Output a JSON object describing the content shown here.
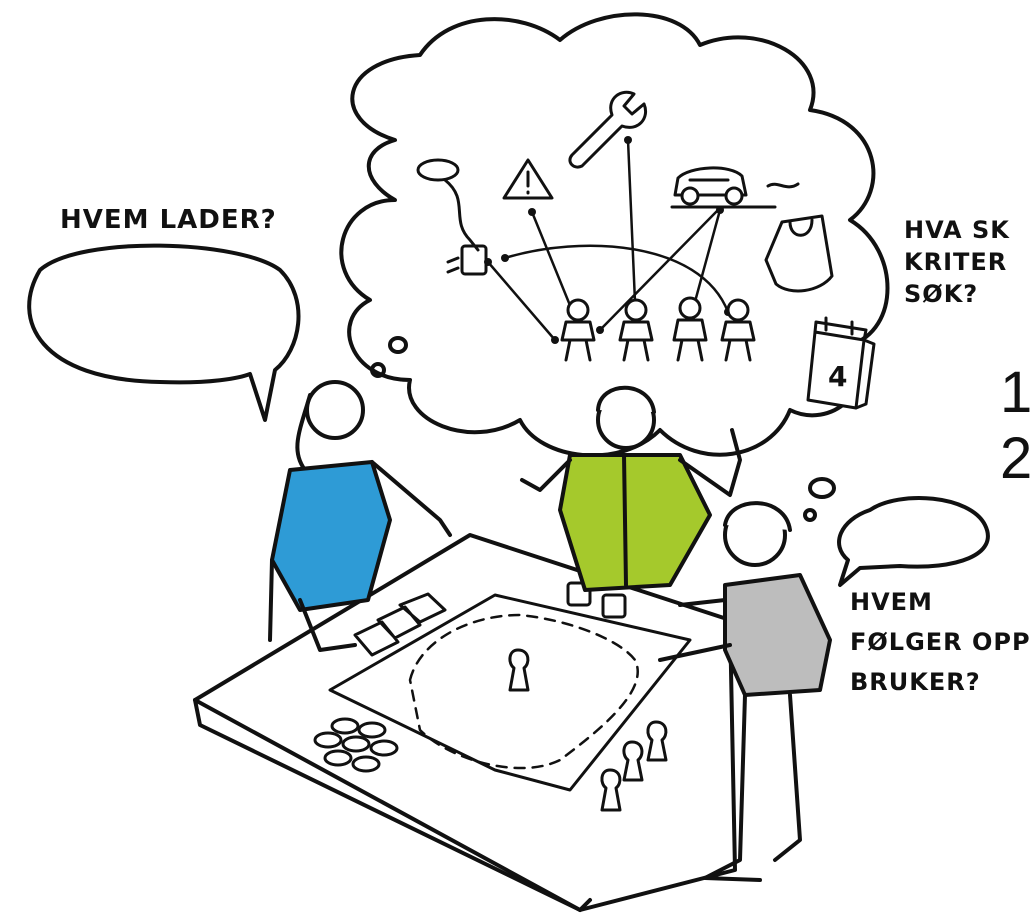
{
  "labels": {
    "who_charges": "HVEM LADER?",
    "criteria": [
      "HVA SK",
      "KRITER",
      "SØK?"
    ],
    "follow_up": [
      "HVEM",
      "FØLGER OPP",
      "BRUKER?"
    ],
    "numbers": [
      "1",
      "2"
    ],
    "calendar_day": "4"
  },
  "colors": {
    "line": "#111111",
    "woman_shirt": "#2e9bd6",
    "man_jacket": "#a5c92c",
    "elder_sweater": "#bdbdbd",
    "background": "#ffffff"
  },
  "icons": [
    "plug-icon",
    "warning-icon",
    "wrench-icon",
    "car-icon",
    "bag-icon",
    "calendar-icon",
    "person-icon"
  ]
}
